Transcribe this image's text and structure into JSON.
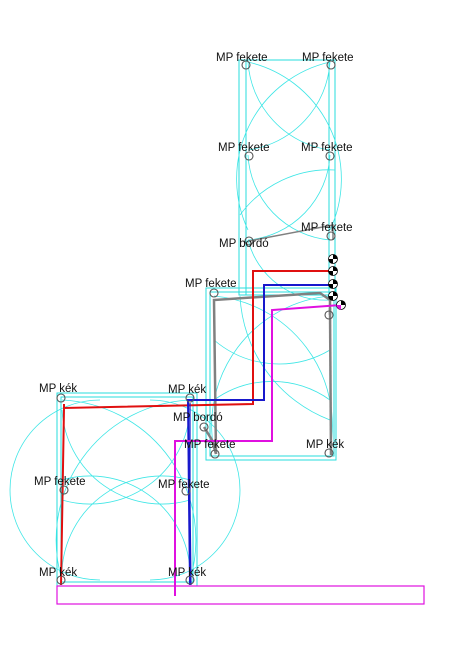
{
  "diagram": {
    "colors": {
      "outline": "#27dede",
      "red": "#e01010",
      "blue": "#1818cc",
      "magenta": "#e010e0",
      "gray": "#808080",
      "text": "#111111"
    },
    "labels": {
      "top_left_1": "MP fekete",
      "top_right_1": "MP fekete",
      "top_left_2": "MP fekete",
      "top_right_2": "MP fekete",
      "top_right_3": "MP fekete",
      "top_bordo": "MP bordó",
      "mid_fekete_top": "MP fekete",
      "mid_kek_right": "MP kék",
      "mid_kek_left": "MP kék",
      "mid_bordo": "MP bordó",
      "mid_fekete_bottom": "MP fekete",
      "left_kek_top": "MP kék",
      "left_fekete": "MP fekete",
      "left_kek_bottom": "MP kék",
      "right_fekete": "MP fekete",
      "right_kek_bottom": "MP kék"
    },
    "terminals": [
      "checker-terminal",
      "checker-terminal",
      "checker-terminal",
      "checker-terminal",
      "checker-terminal-pink"
    ]
  }
}
